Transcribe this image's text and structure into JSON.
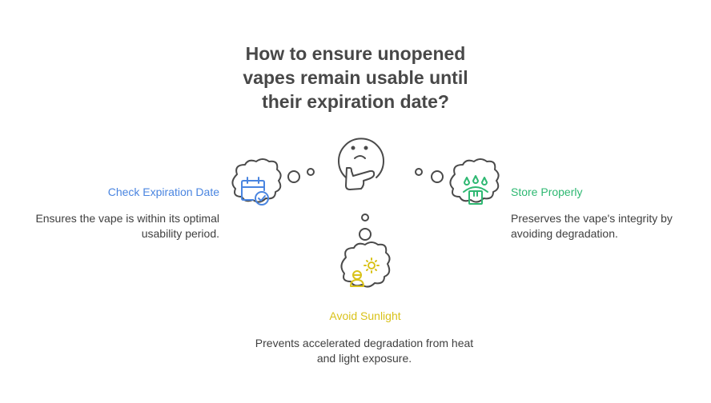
{
  "title": "How to ensure unopened vapes remain usable until their expiration date?",
  "colors": {
    "left": "#4a85e0",
    "right": "#2eb872",
    "bottom": "#d9c21a",
    "outline": "#4a4a4a"
  },
  "items": [
    {
      "label": "Check Expiration Date",
      "description": "Ensures the vape is within its optimal usability period.",
      "icon": "calendar-check-icon"
    },
    {
      "label": "Store Properly",
      "description": "Preserves the vape's integrity by avoiding degradation.",
      "icon": "box-rain-icon"
    },
    {
      "label": "Avoid Sunlight",
      "description": "Prevents accelerated degradation from heat and light exposure.",
      "icon": "person-sun-icon"
    }
  ],
  "center_icon": "thinking-face-icon"
}
